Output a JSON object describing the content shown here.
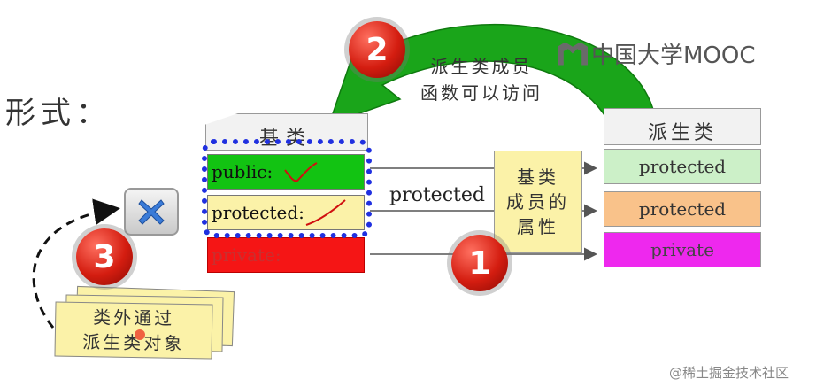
{
  "left_text": "形式：",
  "base_class": {
    "title": "基类",
    "rows": [
      "public:",
      "protected:",
      "private:"
    ]
  },
  "derived_class": {
    "title": "派生类",
    "rows": [
      "protected",
      "protected",
      "private"
    ]
  },
  "middle_label": "protected",
  "attribute_box": [
    "基类",
    "成员的",
    "属性"
  ],
  "badges": [
    "1",
    "2",
    "3"
  ],
  "step2_label": [
    "派生类成员",
    "函数可以访问"
  ],
  "note_text": [
    "类外通过",
    "派生类对象"
  ],
  "brand": "中国大学MOOC",
  "watermark": "@稀土掘金技术社区",
  "colors": {
    "public": "#12c312",
    "protected": "#fbf2a8",
    "private": "#f51515",
    "highlight": "#2030e0",
    "arrow_green": "#1aa51a",
    "derived_private": "#ee28ee",
    "derived_protected_1": "#ccf0c8",
    "derived_protected_2": "#f9c28a"
  }
}
